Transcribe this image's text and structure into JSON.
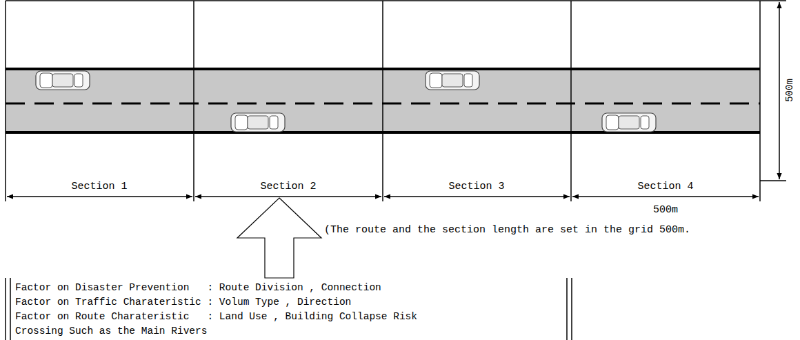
{
  "diagram": {
    "nodes": [
      {
        "text": [
          "Factor on Disaster Prevention   : Route Division , Connection",
          "Factor on Traffic Charateristic : Volum Type , Direction",
          "Factor on Route Charateristic   : Land Use , Building Collapse Risk",
          "Crossing Such as the Main Rivers"
        ]
      }
    ],
    "labels": [
      "Section 1",
      "Section 2",
      "Section 3",
      "Section 4",
      "500m",
      "500m",
      "(The route and the section length are set in the grid 500m."
    ]
  }
}
